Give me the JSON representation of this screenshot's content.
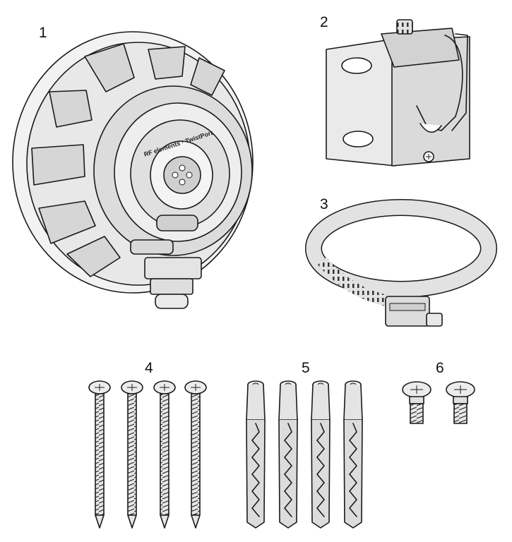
{
  "figure": {
    "title": "Package contents",
    "parts": [
      {
        "number": "1",
        "name": "antenna"
      },
      {
        "number": "2",
        "name": "mounting-bracket"
      },
      {
        "number": "3",
        "name": "hose-clamp"
      },
      {
        "number": "4",
        "name": "screws",
        "count": 4
      },
      {
        "number": "5",
        "name": "wall-plugs",
        "count": 4
      },
      {
        "number": "6",
        "name": "bolts",
        "count": 2
      }
    ],
    "antenna_text": "RF elements · TwistPort"
  },
  "colors": {
    "outline": "#1a1a1a",
    "fill_light": "#eeeeee",
    "fill_mid": "#d8d8d8",
    "fill_dark": "#c4c4c4"
  }
}
